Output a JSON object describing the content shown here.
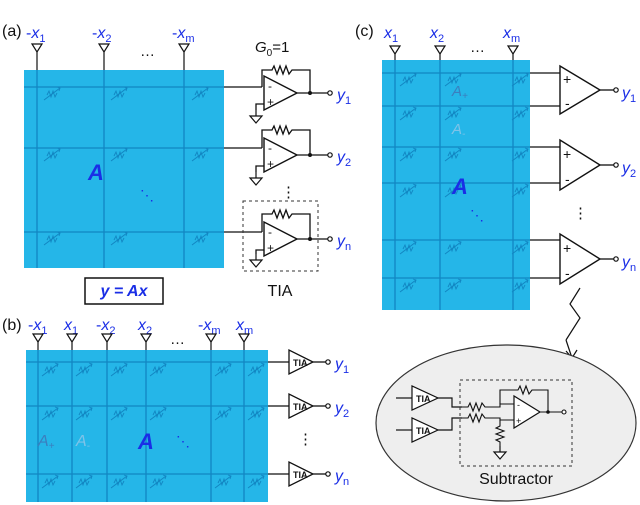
{
  "colors": {
    "array_fill": "#25b6e8",
    "line_blue": "#1286c2",
    "label_blue": "#1a2ee6",
    "ink": "#111111",
    "ellipse_fill": "#eeeeee"
  },
  "panel_a": {
    "label": "(a)",
    "inputs": [
      {
        "sign": "-",
        "name": "x",
        "sub": "1"
      },
      {
        "sign": "-",
        "name": "x",
        "sub": "2"
      },
      {
        "sign": "-",
        "name": "x",
        "sub": "m"
      }
    ],
    "ellipsis": "…",
    "matrix_label": "A",
    "vdots": "⋮",
    "dots_diag": "⋱",
    "gain_label": "G",
    "gain_sub": "0",
    "gain_value": "=1",
    "op_minus": "-",
    "op_plus": "+",
    "outputs": [
      {
        "name": "y",
        "sub": "1"
      },
      {
        "name": "y",
        "sub": "2"
      },
      {
        "name": "y",
        "sub": "n"
      }
    ],
    "tia_label": "TIA",
    "equation": "y = Ax"
  },
  "panel_b": {
    "label": "(b)",
    "inputs": [
      {
        "sign": "-",
        "name": "x",
        "sub": "1"
      },
      {
        "sign": "",
        "name": "x",
        "sub": "1"
      },
      {
        "sign": "-",
        "name": "x",
        "sub": "2"
      },
      {
        "sign": "",
        "name": "x",
        "sub": "2"
      },
      {
        "sign": "-",
        "name": "x",
        "sub": "m"
      },
      {
        "sign": "",
        "name": "x",
        "sub": "m"
      }
    ],
    "ellipsis": "…",
    "a_plus": "A",
    "a_plus_sub": "+",
    "a_minus": "A",
    "a_minus_sub": "-",
    "matrix_label": "A",
    "dots_diag": "⋱",
    "vdots": "⋮",
    "tia_box": "TIA",
    "outputs": [
      {
        "name": "y",
        "sub": "1"
      },
      {
        "name": "y",
        "sub": "2"
      },
      {
        "name": "y",
        "sub": "n"
      }
    ]
  },
  "panel_c": {
    "label": "(c)",
    "inputs": [
      {
        "name": "x",
        "sub": "1"
      },
      {
        "name": "x",
        "sub": "2"
      },
      {
        "name": "x",
        "sub": "m"
      }
    ],
    "ellipsis": "…",
    "a_plus": "A",
    "a_plus_sub": "+",
    "a_minus": "A",
    "a_minus_sub": "-",
    "matrix_label": "A",
    "dots_diag": "⋱",
    "vdots": "⋮",
    "op_plus": "+",
    "op_minus": "-",
    "outputs": [
      {
        "name": "y",
        "sub": "1"
      },
      {
        "name": "y",
        "sub": "2"
      },
      {
        "name": "y",
        "sub": "n"
      }
    ],
    "inset_tia": "TIA",
    "subtractor_label": "Subtractor"
  }
}
